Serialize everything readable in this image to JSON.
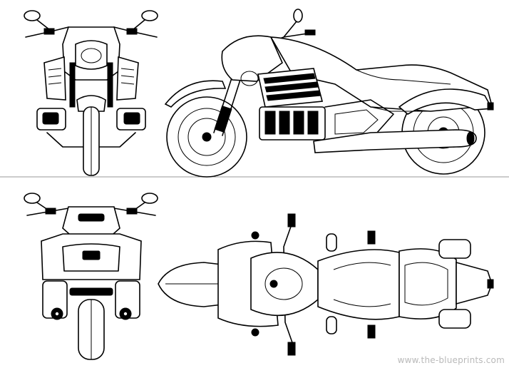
{
  "watermark": "www.the-blueprints.com",
  "views": {
    "front": "front-view",
    "side": "side-view",
    "rear": "rear-view",
    "top": "top-view"
  }
}
